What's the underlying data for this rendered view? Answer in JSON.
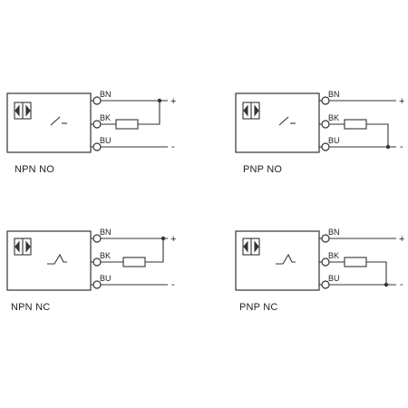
{
  "colors": {
    "line": "#333333",
    "text": "#222222",
    "background": "#ffffff"
  },
  "diagrams": [
    {
      "caption": "NPN NO",
      "switch": "open",
      "load": "to-plus",
      "wires": [
        "BN",
        "BK",
        "BU"
      ],
      "plus": "+",
      "minus": "-"
    },
    {
      "caption": "PNP NO",
      "switch": "open",
      "load": "to-minus",
      "wires": [
        "BN",
        "BK",
        "BU"
      ],
      "plus": "+",
      "minus": "-"
    },
    {
      "caption": "NPN NC",
      "switch": "closed",
      "load": "to-plus",
      "wires": [
        "BN",
        "BK",
        "BU"
      ],
      "plus": "+",
      "minus": "-"
    },
    {
      "caption": "PNP NC",
      "switch": "closed",
      "load": "to-minus",
      "wires": [
        "BN",
        "BK",
        "BU"
      ],
      "plus": "+",
      "minus": "-"
    }
  ]
}
